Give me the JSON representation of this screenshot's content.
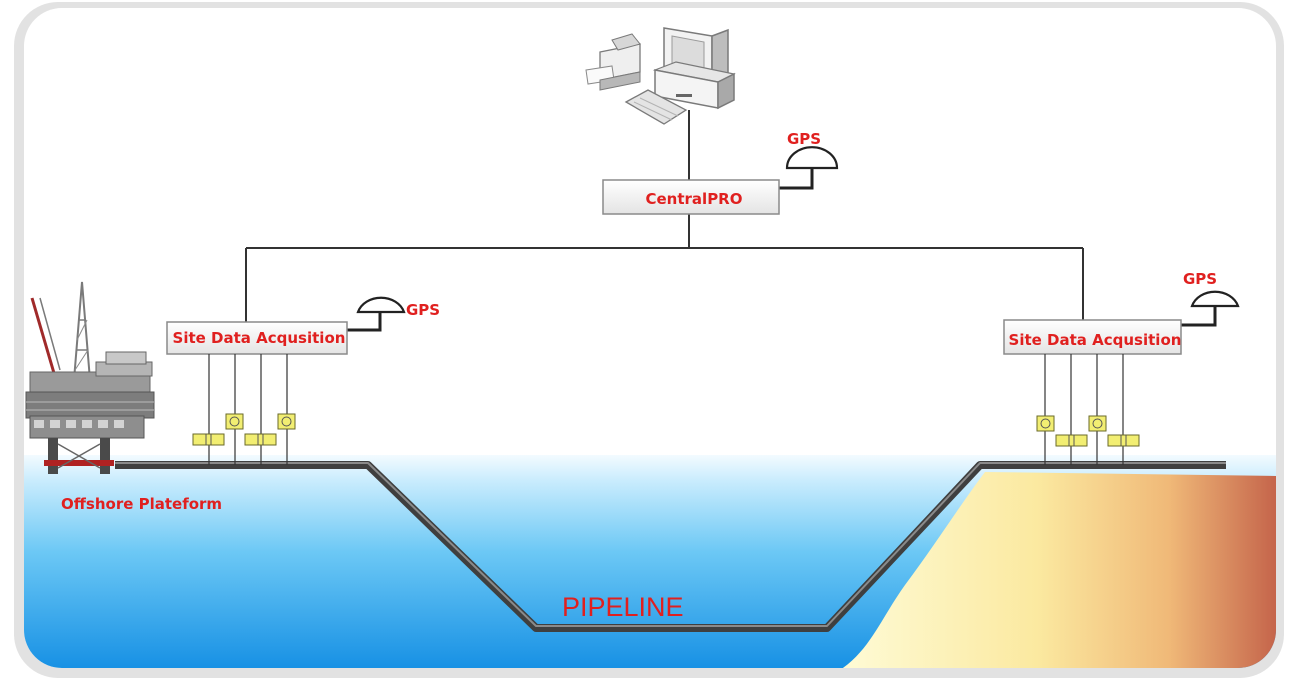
{
  "diagram": {
    "central_label": "CentralPRO",
    "gps_label": "GPS",
    "site_left_label": "Site Data Acqusition",
    "site_right_label": "Site Data Acqusition",
    "offshore_label": "Offshore Plateform",
    "pipeline_label": "PIPELINE"
  },
  "colors": {
    "label_red": "#e0201f",
    "sea_top": "#e8f7ff",
    "sea_bottom": "#1e9be8",
    "sand_light": "#fdf6b8",
    "sand_dark": "#c8644a",
    "pipe": "#4a4a4a",
    "sensor_yellow": "#f2ee72"
  },
  "icons": [
    "computer-icon",
    "printer-icon",
    "keyboard-icon",
    "gps-antenna-icon",
    "oil-rig-icon",
    "pressure-sensor-icon",
    "flow-meter-icon"
  ]
}
